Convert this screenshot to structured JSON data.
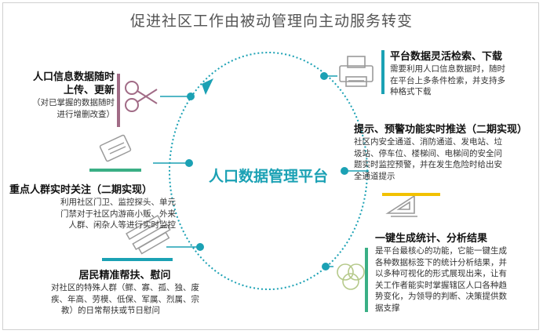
{
  "title": "促进社区工作由被动管理向主动服务转变",
  "center_label": "人口数据管理平台",
  "colors": {
    "accent_teal": "#1ba1b4",
    "accent_mauve": "#a16b86",
    "accent_green": "#3aaf85",
    "accent_yellow": "#f2c100",
    "accent_gray": "#8a8a8a"
  },
  "left": {
    "info_update": {
      "heading_line1": "人口信息数据随时",
      "heading_line2": "上传、更新",
      "desc_line1": "（对已掌握的数据随时",
      "desc_line2": "进行增删改查）",
      "icon": "scissors-icon"
    },
    "key_groups": {
      "heading": "重点人群实时关注（二期实现）",
      "desc_line1": "利用社区门卫、监控探头、单元",
      "desc_line2": "门禁对于社区内游商小贩、外来",
      "desc_line3": "人群、闲杂人等进行实时监控",
      "icon": "id-card-icon"
    },
    "assistance": {
      "heading": "居民精准帮扶、慰问",
      "desc_line1": "对社区的特殊人群（鳏、寡、孤、独、废",
      "desc_line2": "疾、年高、劳模、低保、军属、烈属、宗",
      "desc_line3": "教）的日常帮扶或节日慰问",
      "icon": "pencils-icon"
    }
  },
  "right": {
    "search": {
      "heading": "平台数据灵活检索、下载",
      "desc_line1": "需要利用人口信息数据时，随时",
      "desc_line2": "在平台上多条件检索，并支持多",
      "desc_line3": "种格式下载",
      "icon": "printer-icon"
    },
    "alert": {
      "heading": "提示、预警功能实时推送（二期实现）",
      "desc_line1": "社区内安全通道、消防通道、发电站、垃",
      "desc_line2": "圾站、停车位、楼梯间、电梯间的安全问",
      "desc_line3": "题实时监控预警，并在发生危险时给出安",
      "desc_line4": "全通道提示"
    },
    "stats": {
      "heading": "一键生成统计、分析结果",
      "desc_line1": "是平台最核心的功能，它能一键生成",
      "desc_line2": "各种数据标签下的统计分析结果，并",
      "desc_line3": "以多种可视化的形式展现出来，让有",
      "desc_line4": "关工作者能实时掌握辖区人口各种趋",
      "desc_line5": "势变化，为领导的判断、决策提供数",
      "desc_line6": "据支撑",
      "icon_ruler": "triangle-ruler-icon",
      "icon_venn": "venn-circles-icon"
    }
  }
}
